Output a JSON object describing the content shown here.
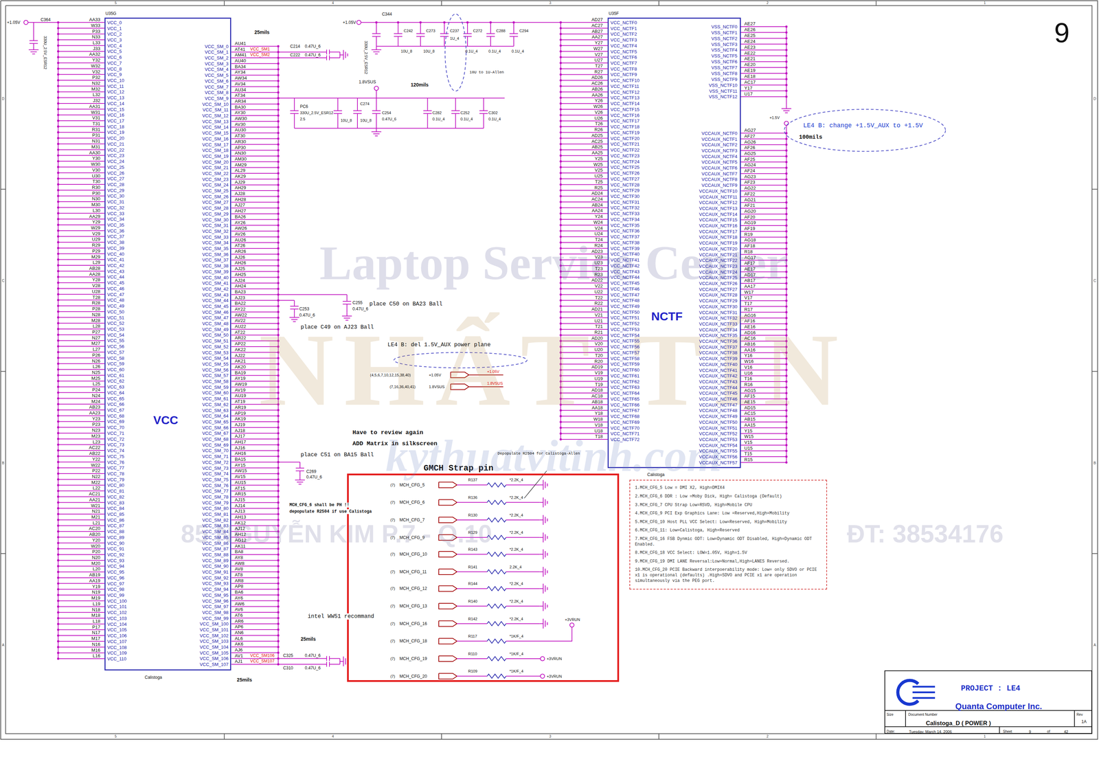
{
  "diagram": {
    "nodes": [
      {
        "text": [
          "U35G",
          "VCC",
          "Calistoga"
        ]
      },
      {
        "text": [
          "U35F",
          "NCTF",
          "Calistoga"
        ]
      },
      {
        "text": [
          "GMCH Strap pin"
        ]
      },
      {
        "text": [
          "1.MCH_CFG_5 Low = DMI X2, High=DMIX4",
          "2.MCH_CFG_6 DDR : Low =Moby Dick, High= Calistoga (Default)",
          "3.MCH_CFG_7 CPU Strap Low=RSVD, High=Mobile CPU",
          "4.MCH_CFG_9 PCI Exp Graphics Lane: Low =Reserved,High=Mobility",
          "5.MCH_CFG_10 Host PLL VCC Select: Low=Reserved, High=Mobility",
          "6.MCH_CFG_11: Low=Calistoga, High=Reserved",
          "7.MCH_CFG_16 FSB Dynmic ODT: Low=Dynamic ODT Disabled, High=Dynamic ODT Enabled.",
          "8.MCH_CFG_18 VCC Select: LOW=1.05V, High=1.5V",
          "9.MCH_CFG_19 DMI LANE Reversal:Low=Normal,High=LANES Reversed.",
          "10.MCH_CFG_20 PCIE Backward interpoerability mode: Low= only SDVO or PCIE x1 is operational (defaults) .High=SDVO and PCIE x1 are operation simultaneously via the PEG port."
        ]
      },
      {
        "text": [
          "PROJECT : LE4",
          "Quanta Computer Inc.",
          "Size",
          "Document Number",
          "Calistoga_D ( POWER )",
          "Rev",
          "1A",
          "Date:",
          "Tuesday, March 14, 2006",
          "Sheet",
          "9",
          "of",
          "42"
        ]
      }
    ],
    "labels": [
      "Laptop Service Center",
      "NHẤT TÍN",
      "kythuatvitinh.com",
      "85 NGUYỄN KIM P.7 - Q.10",
      "ĐT: 38534176",
      "AA33",
      "W33",
      "P33",
      "N33",
      "L33",
      "J33",
      "AA32",
      "Y32",
      "W32",
      "V32",
      "P32",
      "N32",
      "M32",
      "L32",
      "J32",
      "AA31",
      "W31",
      "V31",
      "T31",
      "R31",
      "P31",
      "N31",
      "M31",
      "AA30",
      "Y30",
      "W30",
      "V30",
      "U30",
      "T30",
      "R30",
      "P30",
      "N30",
      "M30",
      "L30",
      "AA29",
      "Y29",
      "W29",
      "V29",
      "U29",
      "R29",
      "P29",
      "M29",
      "L29",
      "AB28",
      "AA28",
      "Y28",
      "V28",
      "U28",
      "T28",
      "R28",
      "P28",
      "N28",
      "M28",
      "L28",
      "P27",
      "N27",
      "M27",
      "L27",
      "P26",
      "N26",
      "L26",
      "N25",
      "M25",
      "L25",
      "P24",
      "N24",
      "M24",
      "AB23",
      "AA23",
      "Y23",
      "P23",
      "N23",
      "M23",
      "L23",
      "AC22",
      "AB22",
      "Y22",
      "W22",
      "P22",
      "N22",
      "M22",
      "L22",
      "AC21",
      "AA21",
      "W21",
      "N21",
      "M21",
      "L21",
      "AC20",
      "AB20",
      "Y20",
      "W20",
      "P20",
      "N20",
      "M20",
      "L20",
      "AB19",
      "AA19",
      "Y19",
      "N19",
      "M19",
      "L19",
      "N18",
      "M18",
      "L18",
      "P17",
      "N17",
      "M17",
      "N16",
      "M16",
      "L16",
      "VCC_0",
      "VCC_1",
      "VCC_2",
      "VCC_3",
      "VCC_4",
      "VCC_5",
      "VCC_6",
      "VCC_7",
      "VCC_8",
      "VCC_9",
      "VCC_10",
      "VCC_11",
      "VCC_12",
      "VCC_13",
      "VCC_14",
      "VCC_15",
      "VCC_16",
      "VCC_17",
      "VCC_18",
      "VCC_19",
      "VCC_20",
      "VCC_21",
      "VCC_22",
      "VCC_23",
      "VCC_24",
      "VCC_25",
      "VCC_26",
      "VCC_27",
      "VCC_28",
      "VCC_29",
      "VCC_30",
      "VCC_31",
      "VCC_32",
      "VCC_33",
      "VCC_34",
      "VCC_35",
      "VCC_36",
      "VCC_37",
      "VCC_38",
      "VCC_39",
      "VCC_40",
      "VCC_41",
      "VCC_42",
      "VCC_43",
      "VCC_44",
      "VCC_45",
      "VCC_46",
      "VCC_47",
      "VCC_48",
      "VCC_49",
      "VCC_50",
      "VCC_51",
      "VCC_52",
      "VCC_53",
      "VCC_54",
      "VCC_55",
      "VCC_56",
      "VCC_57",
      "VCC_58",
      "VCC_59",
      "VCC_60",
      "VCC_61",
      "VCC_62",
      "VCC_63",
      "VCC_64",
      "VCC_65",
      "VCC_66",
      "VCC_67",
      "VCC_68",
      "VCC_69",
      "VCC_70",
      "VCC_71",
      "VCC_72",
      "VCC_73",
      "VCC_74",
      "VCC_75",
      "VCC_76",
      "VCC_77",
      "VCC_78",
      "VCC_79",
      "VCC_80",
      "VCC_81",
      "VCC_82",
      "VCC_83",
      "VCC_84",
      "VCC_85",
      "VCC_86",
      "VCC_87",
      "VCC_88",
      "VCC_89",
      "VCC_90",
      "VCC_91",
      "VCC_92",
      "VCC_93",
      "VCC_94",
      "VCC_95",
      "VCC_96",
      "VCC_97",
      "VCC_98",
      "VCC_99",
      "VCC_100",
      "VCC_101",
      "VCC_102",
      "VCC_103",
      "VCC_104",
      "VCC_105",
      "VCC_106",
      "VCC_107",
      "VCC_108",
      "VCC_109",
      "VCC_110",
      "VCC_SM_0",
      "VCC_SM_1",
      "VCC_SM_2",
      "VCC_SM_3",
      "VCC_SM_4",
      "VCC_SM_5",
      "VCC_SM_6",
      "VCC_SM_7",
      "VCC_SM_8",
      "VCC_SM_9",
      "VCC_SM_10",
      "VCC_SM_11",
      "VCC_SM_12",
      "VCC_SM_13",
      "VCC_SM_14",
      "VCC_SM_15",
      "VCC_SM_16",
      "VCC_SM_17",
      "VCC_SM_18",
      "VCC_SM_19",
      "VCC_SM_20",
      "VCC_SM_21",
      "VCC_SM_22",
      "VCC_SM_23",
      "VCC_SM_24",
      "VCC_SM_25",
      "VCC_SM_26",
      "VCC_SM_27",
      "VCC_SM_28",
      "VCC_SM_29",
      "VCC_SM_30",
      "VCC_SM_31",
      "VCC_SM_32",
      "VCC_SM_33",
      "VCC_SM_34",
      "VCC_SM_35",
      "VCC_SM_36",
      "VCC_SM_37",
      "VCC_SM_38",
      "VCC_SM_39",
      "VCC_SM_40",
      "VCC_SM_41",
      "VCC_SM_42",
      "VCC_SM_43",
      "VCC_SM_44",
      "VCC_SM_45",
      "VCC_SM_46",
      "VCC_SM_47",
      "VCC_SM_48",
      "VCC_SM_49",
      "VCC_SM_50",
      "VCC_SM_51",
      "VCC_SM_52",
      "VCC_SM_53",
      "VCC_SM_54",
      "VCC_SM_55",
      "VCC_SM_56",
      "VCC_SM_57",
      "VCC_SM_58",
      "VCC_SM_59",
      "VCC_SM_60",
      "VCC_SM_61",
      "VCC_SM_62",
      "VCC_SM_63",
      "VCC_SM_64",
      "VCC_SM_65",
      "VCC_SM_66",
      "VCC_SM_67",
      "VCC_SM_68",
      "VCC_SM_69",
      "VCC_SM_70",
      "VCC_SM_71",
      "VCC_SM_72",
      "VCC_SM_73",
      "VCC_SM_74",
      "VCC_SM_75",
      "VCC_SM_76",
      "VCC_SM_77",
      "VCC_SM_78",
      "VCC_SM_79",
      "VCC_SM_80",
      "VCC_SM_81",
      "VCC_SM_82",
      "VCC_SM_83",
      "VCC_SM_84",
      "VCC_SM_85",
      "VCC_SM_86",
      "VCC_SM_87",
      "VCC_SM_88",
      "VCC_SM_89",
      "VCC_SM_90",
      "VCC_SM_91",
      "VCC_SM_92",
      "VCC_SM_93",
      "VCC_SM_94",
      "VCC_SM_95",
      "VCC_SM_96",
      "VCC_SM_97",
      "VCC_SM_98",
      "VCC_SM_99",
      "VCC_SM_100",
      "VCC_SM_101",
      "VCC_SM_102",
      "VCC_SM_103",
      "VCC_SM_104",
      "VCC_SM_105",
      "VCC_SM_106",
      "VCC_SM_107",
      "AU41",
      "AT41",
      "AM41",
      "AU40",
      "BA34",
      "AY34",
      "AW34",
      "AV34",
      "AU34",
      "AT34",
      "AR34",
      "BA30",
      "AY30",
      "AW30",
      "AV30",
      "AU30",
      "AT30",
      "AR30",
      "AP30",
      "AN30",
      "AM30",
      "AM29",
      "AL29",
      "AK29",
      "AJ29",
      "AH29",
      "AJ28",
      "AH28",
      "AJ27",
      "AH27",
      "BA26",
      "AY26",
      "AW26",
      "AV26",
      "AU26",
      "AT26",
      "AR26",
      "AJ26",
      "AH26",
      "AJ25",
      "AH25",
      "AJ24",
      "AH24",
      "BA23",
      "AJ23",
      "BA22",
      "AY22",
      "AW22",
      "AV22",
      "AU22",
      "AT22",
      "AR22",
      "AP22",
      "AK22",
      "AJ22",
      "AK21",
      "AK20",
      "BA19",
      "AY19",
      "AW19",
      "AV19",
      "AU19",
      "AT19",
      "AR19",
      "AP19",
      "AK19",
      "AJ19",
      "AJ18",
      "AJ17",
      "AH17",
      "AJ16",
      "AH16",
      "BA15",
      "AY15",
      "AW15",
      "AV15",
      "AU15",
      "AT15",
      "AR15",
      "AJ15",
      "AJ14",
      "AJ13",
      "AH13",
      "AK12",
      "AJ12",
      "AH12",
      "AG12",
      "AK11",
      "BA8",
      "AY8",
      "AW8",
      "AV8",
      "AT8",
      "AR8",
      "AP8",
      "BA6",
      "AY6",
      "AW6",
      "AV6",
      "AT6",
      "AR6",
      "AP6",
      "AN6",
      "AL6",
      "AK6",
      "AJ6",
      "AV1",
      "AJ1",
      "AD27",
      "AC27",
      "AB27",
      "AA27",
      "Y27",
      "W27",
      "V27",
      "U27",
      "T27",
      "R27",
      "AD26",
      "AC26",
      "AB26",
      "AA26",
      "Y26",
      "W26",
      "V26",
      "U26",
      "T26",
      "R26",
      "AD25",
      "AC25",
      "AB25",
      "AA25",
      "Y25",
      "W25",
      "V25",
      "U25",
      "T25",
      "R25",
      "AD24",
      "AC24",
      "AB24",
      "AA24",
      "Y24",
      "W24",
      "V24",
      "U24",
      "T24",
      "R24",
      "AD23",
      "V23",
      "U23",
      "T23",
      "R23",
      "AD22",
      "V22",
      "U22",
      "T22",
      "R22",
      "AD21",
      "V21",
      "U21",
      "T21",
      "R21",
      "AD20",
      "V20",
      "U20",
      "T20",
      "R20",
      "AD19",
      "V19",
      "U19",
      "T19",
      "AD18",
      "AC18",
      "AB18",
      "AA18",
      "Y18",
      "W18",
      "V18",
      "U18",
      "T18",
      "VCC_NCTF0",
      "VCC_NCTF1",
      "VCC_NCTF2",
      "VCC_NCTF3",
      "VCC_NCTF4",
      "VCC_NCTF5",
      "VCC_NCTF6",
      "VCC_NCTF7",
      "VCC_NCTF8",
      "VCC_NCTF9",
      "VCC_NCTF10",
      "VCC_NCTF11",
      "VCC_NCTF12",
      "VCC_NCTF13",
      "VCC_NCTF14",
      "VCC_NCTF15",
      "VCC_NCTF16",
      "VCC_NCTF17",
      "VCC_NCTF18",
      "VCC_NCTF19",
      "VCC_NCTF20",
      "VCC_NCTF21",
      "VCC_NCTF22",
      "VCC_NCTF23",
      "VCC_NCTF24",
      "VCC_NCTF25",
      "VCC_NCTF26",
      "VCC_NCTF27",
      "VCC_NCTF28",
      "VCC_NCTF29",
      "VCC_NCTF30",
      "VCC_NCTF31",
      "VCC_NCTF32",
      "VCC_NCTF33",
      "VCC_NCTF34",
      "VCC_NCTF35",
      "VCC_NCTF36",
      "VCC_NCTF37",
      "VCC_NCTF38",
      "VCC_NCTF39",
      "VCC_NCTF40",
      "VCC_NCTF41",
      "VCC_NCTF42",
      "VCC_NCTF43",
      "VCC_NCTF44",
      "VCC_NCTF45",
      "VCC_NCTF46",
      "VCC_NCTF47",
      "VCC_NCTF48",
      "VCC_NCTF49",
      "VCC_NCTF50",
      "VCC_NCTF51",
      "VCC_NCTF52",
      "VCC_NCTF53",
      "VCC_NCTF54",
      "VCC_NCTF55",
      "VCC_NCTF56",
      "VCC_NCTF57",
      "VCC_NCTF58",
      "VCC_NCTF59",
      "VCC_NCTF60",
      "VCC_NCTF61",
      "VCC_NCTF62",
      "VCC_NCTF63",
      "VCC_NCTF64",
      "VCC_NCTF65",
      "VCC_NCTF66",
      "VCC_NCTF67",
      "VCC_NCTF68",
      "VCC_NCTF69",
      "VCC_NCTF70",
      "VCC_NCTF71",
      "VCC_NCTF72",
      "VSS_NCTF0",
      "VSS_NCTF1",
      "VSS_NCTF2",
      "VSS_NCTF3",
      "VSS_NCTF4",
      "VSS_NCTF5",
      "VSS_NCTF6",
      "VSS_NCTF7",
      "VSS_NCTF8",
      "VSS_NCTF9",
      "VSS_NCTF10",
      "VSS_NCTF11",
      "VSS_NCTF12",
      "AE27",
      "AE26",
      "AE25",
      "AE24",
      "AE23",
      "AE22",
      "AE21",
      "AE20",
      "AE19",
      "AE18",
      "AC17",
      "Y17",
      "U17",
      "VCCAUX_NCTF0",
      "VCCAUX_NCTF1",
      "VCCAUX_NCTF2",
      "VCCAUX_NCTF3",
      "VCCAUX_NCTF4",
      "VCCAUX_NCTF5",
      "VCCAUX_NCTF6",
      "VCCAUX_NCTF7",
      "VCCAUX_NCTF8",
      "VCCAUX_NCTF9",
      "VCCAUX_NCTF10",
      "VCCAUX_NCTF11",
      "VCCAUX_NCTF12",
      "VCCAUX_NCTF13",
      "VCCAUX_NCTF14",
      "VCCAUX_NCTF15",
      "VCCAUX_NCTF16",
      "VCCAUX_NCTF17",
      "VCCAUX_NCTF18",
      "VCCAUX_NCTF19",
      "VCCAUX_NCTF20",
      "VCCAUX_NCTF21",
      "VCCAUX_NCTF22",
      "VCCAUX_NCTF23",
      "VCCAUX_NCTF24",
      "VCCAUX_NCTF25",
      "VCCAUX_NCTF26",
      "VCCAUX_NCTF27",
      "VCCAUX_NCTF28",
      "VCCAUX_NCTF29",
      "VCCAUX_NCTF30",
      "VCCAUX_NCTF31",
      "VCCAUX_NCTF32",
      "VCCAUX_NCTF33",
      "VCCAUX_NCTF34",
      "VCCAUX_NCTF35",
      "VCCAUX_NCTF36",
      "VCCAUX_NCTF37",
      "VCCAUX_NCTF38",
      "VCCAUX_NCTF39",
      "VCCAUX_NCTF40",
      "VCCAUX_NCTF41",
      "VCCAUX_NCTF42",
      "VCCAUX_NCTF43",
      "VCCAUX_NCTF44",
      "VCCAUX_NCTF45",
      "VCCAUX_NCTF46",
      "VCCAUX_NCTF47",
      "VCCAUX_NCTF48",
      "VCCAUX_NCTF49",
      "VCCAUX_NCTF50",
      "VCCAUX_NCTF51",
      "VCCAUX_NCTF52",
      "VCCAUX_NCTF53",
      "VCCAUX_NCTF54",
      "VCCAUX_NCTF55",
      "VCCAUX_NCTF56",
      "VCCAUX_NCTF57",
      "AG27",
      "AF27",
      "AG26",
      "AF26",
      "AG25",
      "AF25",
      "AG24",
      "AF24",
      "AG23",
      "AF23",
      "AG22",
      "AF22",
      "AG21",
      "AF21",
      "AG20",
      "AF20",
      "AG19",
      "AF19",
      "R19",
      "AG18",
      "AF18",
      "R18",
      "AG17",
      "AF17",
      "AE17",
      "AD17",
      "AB17",
      "AA17",
      "W17",
      "V17",
      "T17",
      "R17",
      "AG16",
      "AF16",
      "AE16",
      "AD16",
      "AC16",
      "AB16",
      "AA16",
      "Y16",
      "W16",
      "V16",
      "U16",
      "T16",
      "R16",
      "AG15",
      "AF15",
      "AE15",
      "AD15",
      "AC15",
      "AB15",
      "AA15",
      "Y15",
      "W15",
      "V15",
      "U15",
      "T15",
      "R15",
      "+1.05V",
      "C364",
      "330U_2.5V_ESR12",
      "25mils",
      "VCC_SM1",
      "VCC_SM2",
      "C214",
      "0.47U_6",
      "C222",
      "0.47U_6",
      "+1.05V",
      "C344",
      "330U_2.5V_ESR12",
      "C242",
      "C273",
      "C237",
      "1U_4",
      "C272",
      "C288",
      "C294",
      "10U_8",
      "10U_8",
      "0.1U_4",
      "0.1U_4",
      "0.1U_4",
      "10U to 1U-Allen",
      "1.8VSUS",
      "120mils",
      "PC6",
      "330U_2.5V_ESR12",
      "2.5",
      "C274",
      "10U_8",
      "10U_8",
      "C254",
      "0.47U_6",
      "C282",
      "0.1U_4",
      "C252",
      "0.1U_4",
      "C302",
      "0.1U_4",
      "+1.5V",
      "LE4 B: change +1.5V_AUX to +1.5V",
      "100mils",
      "C255",
      "0.47U_6",
      "place C50 on BA23 Ball",
      "C253",
      "0.47U_6",
      "place C49 on AJ23 Ball",
      "LE4 B: del 1.5V_AUX power plane",
      "(4,5,6,7,10,12,15,38,40)",
      "+1.05V",
      "+1.05V",
      "(7,16,36,40,41)",
      "1.8VSUS",
      "1.8VSUS",
      "Have to review again",
      "ADD Matrix in silkscreen",
      "Depopulate R2504 for Calistoga-Allen",
      "place C51 on BA15 Ball",
      "C269",
      "0.47U_6",
      "MCH_CFG_6 shall be PH !!",
      "depopulate R2504 if use Calistoga",
      "intel WW51 recommand",
      "25mils",
      "VCC_SM106",
      "VCC_SM107",
      "C325",
      "0.47U_6",
      "C310",
      "0.47U_6",
      "25mils",
      "(7)",
      "MCH_CFG_5",
      "R137",
      "*2.2K_4",
      "(7)",
      "MCH_CFG_6",
      "R136",
      "*2.2K_4",
      "(7)",
      "MCH_CFG_7",
      "R130",
      "*2.2K_4",
      "(7)",
      "MCH_CFG_9",
      "R129",
      "*2.2K_4",
      "(7)",
      "MCH_CFG_10",
      "R143",
      "*2.2K_4",
      "(7)",
      "MCH_CFG_11",
      "R141",
      "2.2K_4",
      "(7)",
      "MCH_CFG_12",
      "R144",
      "*2.2K_4",
      "(7)",
      "MCH_CFG_13",
      "R140",
      "*2.2K_4",
      "(7)",
      "MCH_CFG_16",
      "R142",
      "*2.2K_4",
      "+3VRUN",
      "(7)",
      "MCH_CFG_18",
      "R117",
      "*1K/F_4",
      "(7)",
      "MCH_CFG_19",
      "R110",
      "*1K/F_4",
      "+3VRUN",
      "(7)",
      "MCH_CFG_20",
      "R109",
      "*1K/F_4",
      "+3VRUN",
      "5",
      "4",
      "3",
      "2",
      "1",
      "5",
      "4",
      "3",
      "2",
      "1",
      "D",
      "C",
      "B",
      "A",
      "D",
      "C",
      "B",
      "A",
      "9"
    ]
  }
}
